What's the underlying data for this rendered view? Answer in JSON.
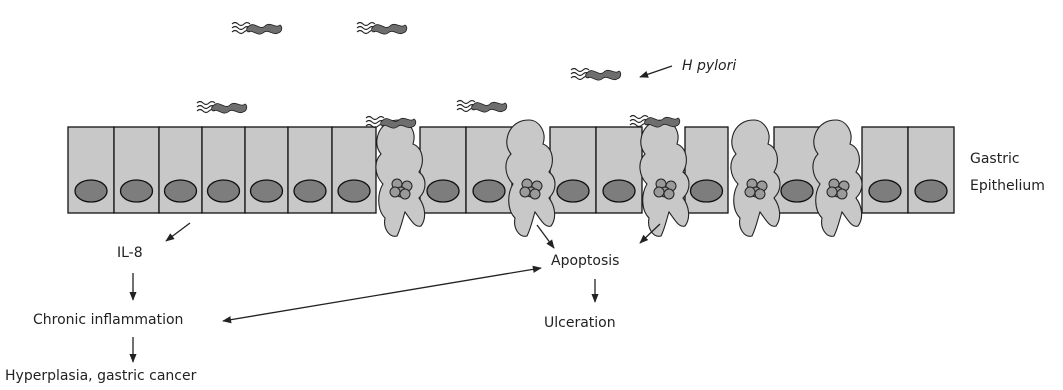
{
  "labels": {
    "h_pylori": "H pylori",
    "epithelium_line1": "Gastric",
    "epithelium_line2": "Epithelium",
    "il8": "IL-8",
    "apoptosis": "Apoptosis",
    "chronic_inflammation": "Chronic inflammation",
    "ulceration": "Ulceration",
    "hyperplasia_cancer": "Hyperplasia, gastric cancer"
  },
  "colors": {
    "cell_fill": "#c8c8c8",
    "nucleus_fill": "#7d7d7d",
    "bacterium_fill": "#6e6e6e",
    "line": "#111111"
  }
}
